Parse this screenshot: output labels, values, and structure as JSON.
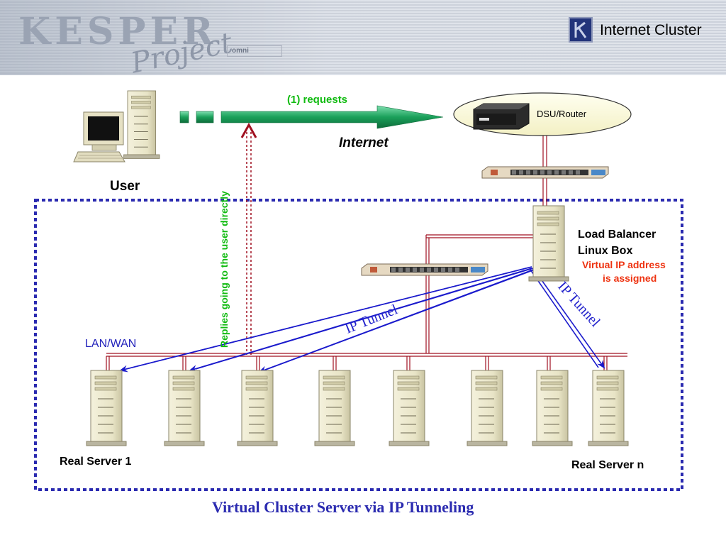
{
  "header": {
    "logo_text": "KESPER",
    "logo_script": "Project",
    "logo_badge": "omni",
    "title": "Internet Cluster"
  },
  "labels": {
    "requests": "(1) requests",
    "internet": "Internet",
    "user": "User",
    "dsu_router": "DSU/Router",
    "replies": "Replies going to the user directly",
    "load_balancer_line1": "Load Balancer",
    "load_balancer_line2": "Linux Box",
    "vip_line1": "Virtual IP address",
    "vip_line2": "is assigned",
    "ip_tunnel_left": "IP Tunnel",
    "ip_tunnel_right": "IP Tunnel",
    "lan_wan": "LAN/WAN",
    "real_server_1": "Real Server 1",
    "real_server_n": "Real Server n",
    "caption": "Virtual Cluster Server via IP Tunneling"
  },
  "colors": {
    "cluster_border": "#2a2ab0",
    "tunnel_arrow": "#1a1acc",
    "request_arrow": "#1aa05a",
    "reply_line": "#a01020",
    "label_green": "#11bb11",
    "label_red": "#ee3311",
    "caption_blue": "#2b2bb0"
  },
  "icons": [
    "computer-icon",
    "router-icon",
    "switch-icon",
    "server-icon"
  ]
}
